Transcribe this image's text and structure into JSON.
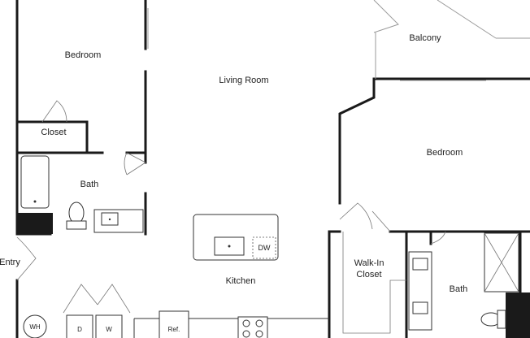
{
  "rooms": {
    "bedroom_left": "Bedroom",
    "living_room": "Living Room",
    "balcony": "Balcony",
    "closet": "Closet",
    "bath_left": "Bath",
    "bedroom_right": "Bedroom",
    "entry": "Entry",
    "kitchen": "Kitchen",
    "walkin_line1": "Walk-In",
    "walkin_line2": "Closet",
    "bath_right": "Bath"
  },
  "fixtures": {
    "dishwasher": "DW",
    "water_heater": "WH",
    "dryer": "D",
    "washer": "W",
    "refrigerator": "Ref."
  }
}
